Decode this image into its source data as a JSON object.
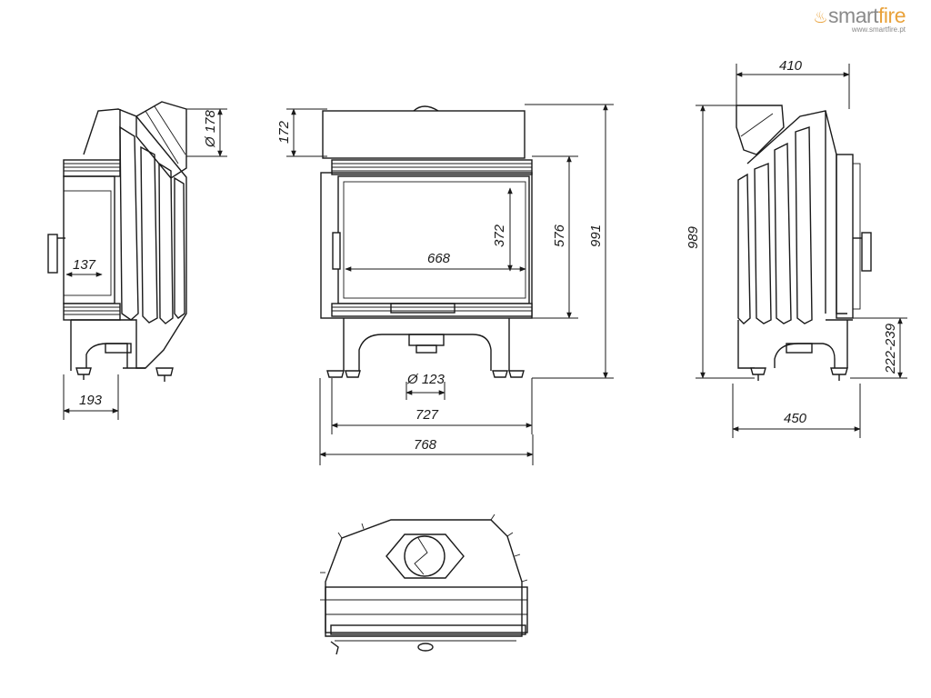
{
  "logo": {
    "brand_main": "smart",
    "brand_accent": "fire",
    "url": "www.smartfire.pt",
    "flame_icon": "flame-icon",
    "colors": {
      "brand_gray": "#8a8a8a",
      "brand_orange": "#e9a23b"
    }
  },
  "dimensions": {
    "left_flue_diameter": "Ø 178",
    "left_glass_width": "137",
    "left_base_depth": "193",
    "front_top_height": "172",
    "front_glass_height": "372",
    "front_glass_width": "668",
    "front_opening_height": "576",
    "front_total_height": "991",
    "front_flue_diameter": "Ø 123",
    "front_inner_width": "727",
    "front_total_width": "768",
    "right_top_depth": "410",
    "right_total_height": "989",
    "right_leg_height": "222-239",
    "right_base_depth": "450"
  }
}
